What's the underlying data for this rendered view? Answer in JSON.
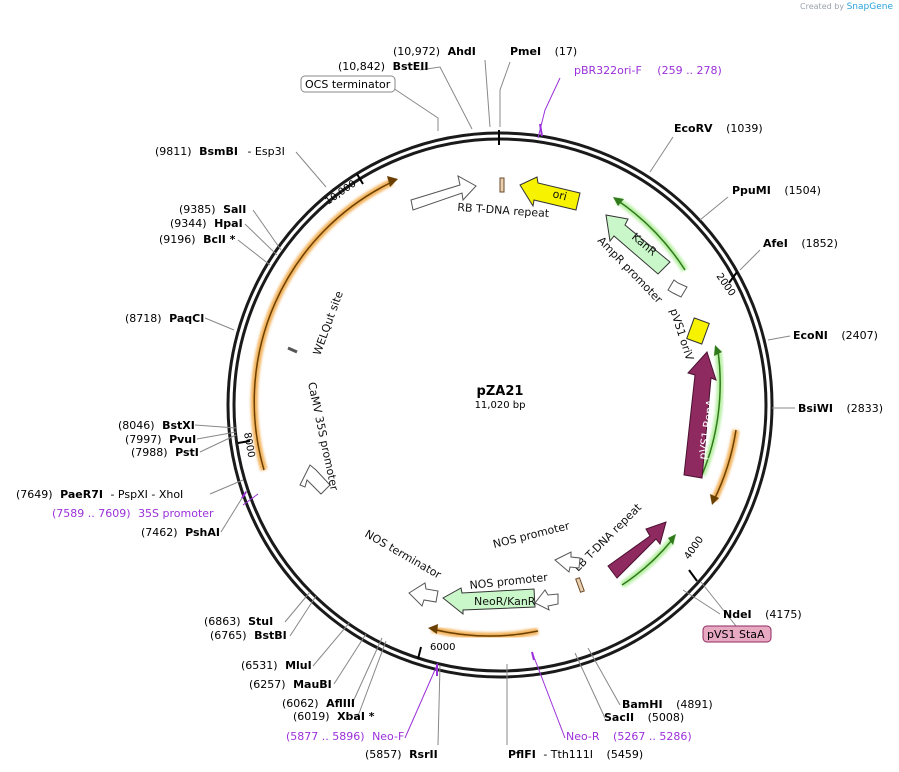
{
  "credit": {
    "prefix": "Created by",
    "brand": "SnapGene"
  },
  "plasmid": {
    "name": "pZA21",
    "length": "11,020 bp"
  },
  "ticks": [
    "2000",
    "4000",
    "6000",
    "8000",
    "10,000"
  ],
  "sites": [
    {
      "pos": "(17)",
      "name": "PmeI"
    },
    {
      "pos": "(10,972)",
      "name": "AhdI"
    },
    {
      "pos": "(10,842)",
      "name": "BstEII"
    },
    {
      "pos": "(1039)",
      "name": "EcoRV"
    },
    {
      "pos": "(1504)",
      "name": "PpuMI"
    },
    {
      "pos": "(1852)",
      "name": "AfeI"
    },
    {
      "pos": "(2407)",
      "name": "EcoNI"
    },
    {
      "pos": "(2833)",
      "name": "BsiWI"
    },
    {
      "pos": "(4175)",
      "name": "NdeI"
    },
    {
      "pos": "(4891)",
      "name": "BamHI"
    },
    {
      "pos": "(5008)",
      "name": "SacII"
    },
    {
      "pos": "(5459)",
      "name": "PflFI",
      "extra": "- Tth111I"
    },
    {
      "pos": "(5857)",
      "name": "RsrII"
    },
    {
      "pos": "(6019)",
      "name": "XbaI *"
    },
    {
      "pos": "(6062)",
      "name": "AflIII"
    },
    {
      "pos": "(6257)",
      "name": "MauBI"
    },
    {
      "pos": "(6531)",
      "name": "MluI"
    },
    {
      "pos": "(6765)",
      "name": "BstBI"
    },
    {
      "pos": "(6863)",
      "name": "StuI"
    },
    {
      "pos": "(7462)",
      "name": "PshAI"
    },
    {
      "pos": "(7649)",
      "name": "PaeR7I",
      "extra": "- PspXI - XhoI"
    },
    {
      "pos": "(7988)",
      "name": "PstI"
    },
    {
      "pos": "(7997)",
      "name": "PvuI"
    },
    {
      "pos": "(8046)",
      "name": "BstXI"
    },
    {
      "pos": "(8718)",
      "name": "PaqCI"
    },
    {
      "pos": "(9196)",
      "name": "BclI *"
    },
    {
      "pos": "(9344)",
      "name": "HpaI"
    },
    {
      "pos": "(9385)",
      "name": "SalI"
    },
    {
      "pos": "(9811)",
      "name": "BsmBI",
      "extra": "- Esp3I"
    }
  ],
  "primers": [
    {
      "name": "pBR322ori-F",
      "range": "(259 .. 278)"
    },
    {
      "name": "35S promoter",
      "range": "(7589 .. 7609)"
    },
    {
      "name": "Neo-F",
      "range": "(5877 .. 5896)"
    },
    {
      "name": "Neo-R",
      "range": "(5267 .. 5286)"
    }
  ],
  "boxed_labels": {
    "ocs": "OCS terminator",
    "stac": "pVS1 StaA"
  },
  "features": {
    "ori": "ori",
    "kanr": "KanR",
    "ampr_promoter": "AmpR promoter",
    "pvs1_oriv": "pVS1 oriV",
    "pvs1_repa": "pVS1 RepA",
    "rb_repeat": "RB T-DNA repeat",
    "lb_repeat": "LB T-DNA repeat",
    "nos_promoter_1": "NOS promoter",
    "nos_promoter_2": "NOS promoter",
    "neokanr": "NeoR/KanR",
    "nos_terminator": "NOS terminator",
    "camv35s": "CaMV 35S promoter",
    "welqut": "WELQut site"
  },
  "colors": {
    "backbone": "#1a1a1a",
    "primer": "#9b30d9",
    "orf_orange": "#f2b25b",
    "kanr_green": "#c9f7c9",
    "ori_yellow": "#f7f200",
    "repa_maroon": "#8e2a5f",
    "staa_pink": "#e8a9c3"
  }
}
